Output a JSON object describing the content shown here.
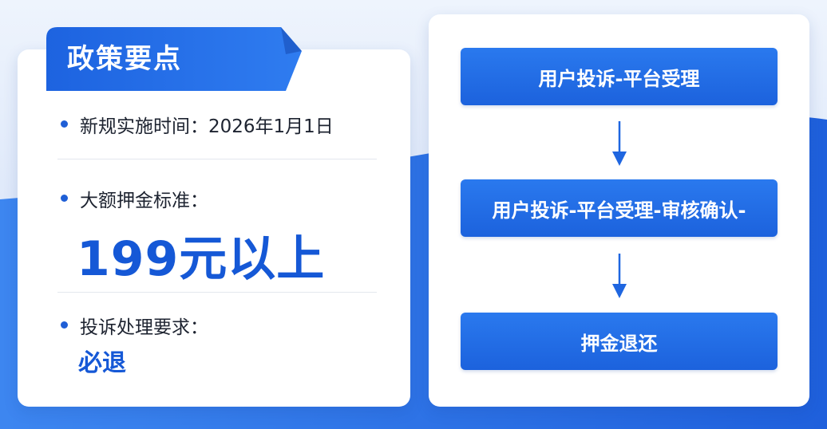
{
  "header": {
    "title": "政策要点"
  },
  "policy": {
    "items": [
      {
        "text": "新规实施时间：2026年1月1日"
      },
      {
        "label": "大额押金标准：",
        "value": "199元以上"
      },
      {
        "label": "投诉处理要求：",
        "value": "必退"
      }
    ]
  },
  "flow": {
    "steps": [
      {
        "label": "用户投诉-平台受理"
      },
      {
        "label": "用户投诉-平台受理-审核确认-"
      },
      {
        "label": "押金退还"
      }
    ]
  },
  "colors": {
    "accent": "#1558d6",
    "box": "#1f66e0",
    "background": "#2b6fe6"
  }
}
